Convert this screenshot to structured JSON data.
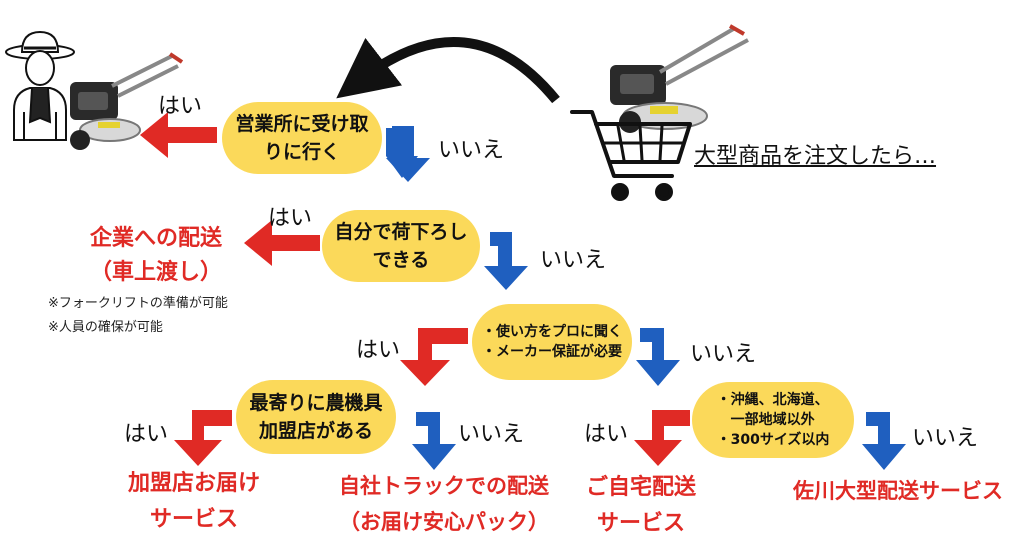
{
  "headline": "大型商品を注文したら…",
  "answers": {
    "yes": "はい",
    "no": "いいえ"
  },
  "questions": {
    "q1": {
      "line1": "営業所に受け取",
      "line2": "りに行く"
    },
    "q2": {
      "line1": "自分で荷下ろし",
      "line2": "できる"
    },
    "q3": {
      "line1": "・使い方をプロに聞く",
      "line2": "・メーカー保証が必要"
    },
    "q4": {
      "line1": "最寄りに農機具",
      "line2": "加盟店がある"
    },
    "q5": {
      "line1": "・沖縄、北海道、",
      "line2": "　一部地域以外",
      "line3": "・300サイズ以内"
    }
  },
  "outcomes": {
    "corporate": {
      "line1": "企業への配送",
      "line2": "（車上渡し）"
    },
    "notes": [
      "※フォークリフトの準備が可能",
      "※人員の確保が可能"
    ],
    "dealer": {
      "line1": "加盟店お届け",
      "line2": "サービス"
    },
    "own_truck": {
      "line1": "自社トラックでの配送",
      "line2": "（お届け安心パック）"
    },
    "home": {
      "line1": "ご自宅配送",
      "line2": "サービス"
    },
    "sagawa": "佐川大型配送サービス"
  },
  "colors": {
    "yellow": "#fbd95a",
    "red": "#e02a25",
    "blue": "#1f5fbf"
  }
}
